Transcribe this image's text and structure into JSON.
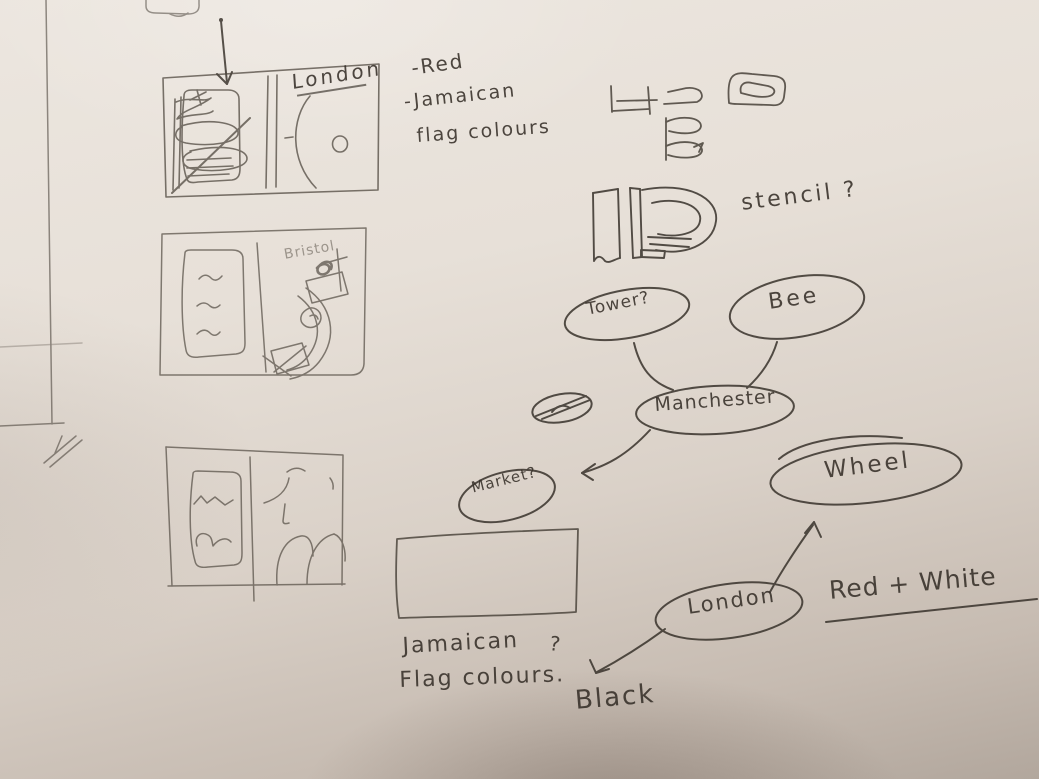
{
  "photo": {
    "type": "hand-drawn brainstorm sketch on paper",
    "paper_color": "#e6dfd7",
    "pencil_color": "#3f3832"
  },
  "top_sketch": {
    "title": "London",
    "notes": [
      "-Red",
      "-Jamaican",
      "flag colours"
    ]
  },
  "middle_sketch": {
    "scribbled_label": "Bristol"
  },
  "letterforms": {
    "stencil_letters": "ID",
    "stencil_note": "stencil ?"
  },
  "mindmap": {
    "nodes": [
      {
        "id": "tower",
        "label": "Tower?"
      },
      {
        "id": "bee",
        "label": "Bee"
      },
      {
        "id": "manchester",
        "label": "Manchester"
      },
      {
        "id": "market",
        "label": "Market?"
      },
      {
        "id": "wheel",
        "label": "Wheel"
      },
      {
        "id": "london",
        "label": "London"
      }
    ],
    "edges": [
      {
        "from": "tower",
        "to": "manchester",
        "style": "curve"
      },
      {
        "from": "bee",
        "to": "manchester",
        "style": "curve"
      },
      {
        "from": "manchester",
        "to": "market",
        "style": "arrow"
      },
      {
        "from": "london",
        "to": "wheel",
        "style": "arrow"
      },
      {
        "from": "london",
        "to": "black-note",
        "style": "arrow"
      }
    ],
    "annotations": {
      "red_white": "Red + White",
      "black": "Black"
    }
  },
  "bottom_notes": {
    "line1": "Jamaican",
    "question_mark": "?",
    "line2": "Flag colours."
  }
}
